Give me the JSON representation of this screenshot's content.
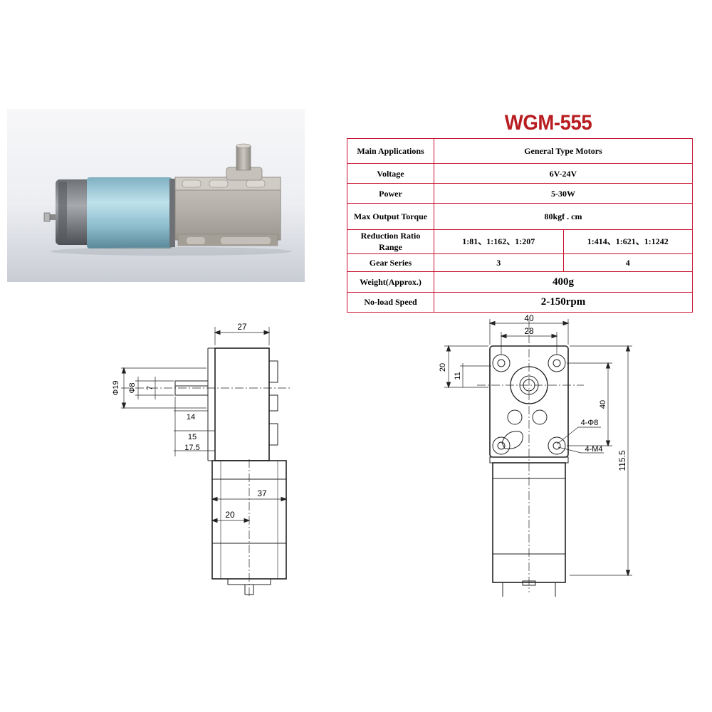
{
  "title": "WGM-555",
  "specs": {
    "main_applications": {
      "label": "Main Applications",
      "value": "General Type Motors"
    },
    "voltage": {
      "label": "Voltage",
      "value": "6V-24V"
    },
    "power": {
      "label": "Power",
      "value": "5-30W"
    },
    "max_output_torque": {
      "label": "Max Output Torque",
      "value": "80kgf . cm"
    },
    "reduction_ratio": {
      "label": "Reduction Ratio Range",
      "values": [
        "1:81、1:162、1:207",
        "1:414、1:621、1:1242"
      ]
    },
    "gear_series": {
      "label": "Gear Series",
      "values": [
        "3",
        "4"
      ]
    },
    "weight": {
      "label": "Weight(Approx.)",
      "value": "400g"
    },
    "noload_speed": {
      "label": "No-load Speed",
      "value": "2-150rpm"
    }
  },
  "side_view_dims": {
    "width_top": "27",
    "shaft_dia_outer": "Φ19",
    "shaft_dia_inner": "Φ8",
    "shaft_flat": "7",
    "len_14": "14",
    "len_15": "15",
    "len_175": "17.5",
    "motor_dia": "37",
    "motor_half": "20"
  },
  "front_view_dims": {
    "width_outer": "40",
    "hole_spacing": "28",
    "height_20": "20",
    "height_11": "11",
    "hole_vertical": "40",
    "hole_dia": "4-Φ8",
    "thread": "4-M4",
    "total_height": "115.5"
  },
  "colors": {
    "title": "#b81d21",
    "table_border": "#c8102e",
    "motor_blue": "#9cc9d6",
    "gearbox_gray": "#b3afa9"
  }
}
